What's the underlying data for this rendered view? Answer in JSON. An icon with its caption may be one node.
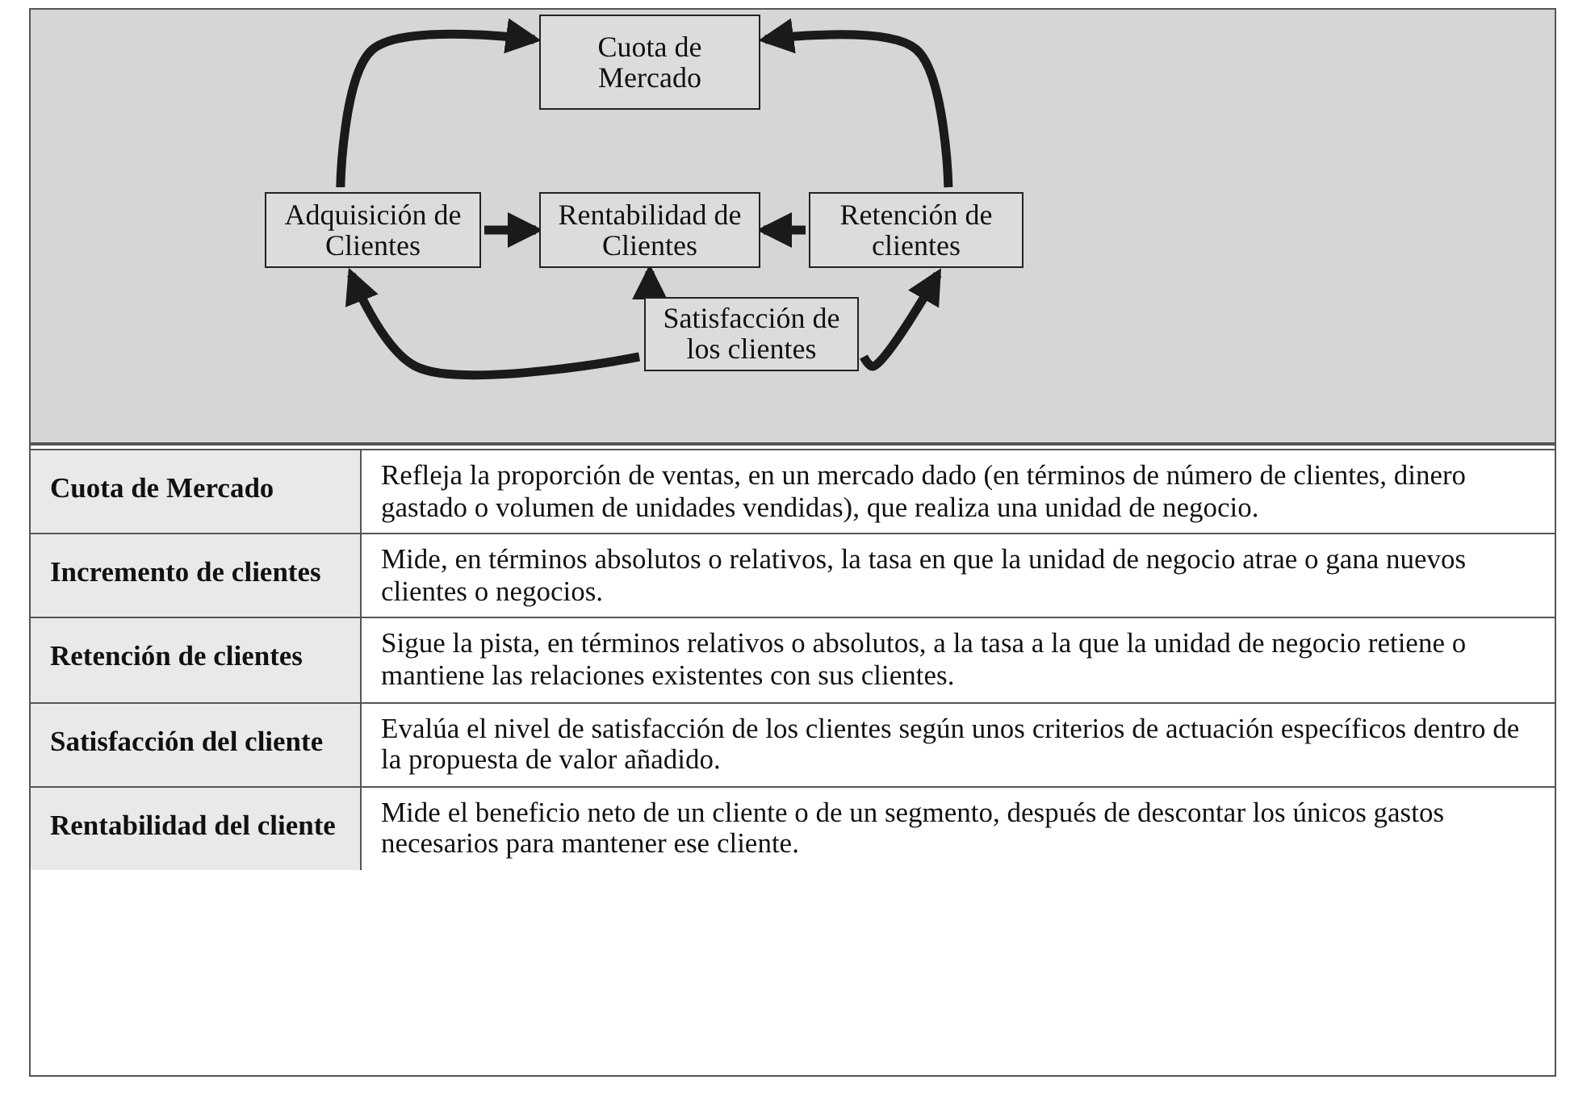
{
  "diagram": {
    "nodes": [
      {
        "text": [
          "Cuota de Mercado"
        ]
      },
      {
        "text": [
          "Adquisición de Clientes"
        ]
      },
      {
        "text": [
          "Rentabilidad de Clientes"
        ]
      },
      {
        "text": [
          "Retención de clientes"
        ]
      },
      {
        "text": [
          "Satisfacción de los clientes"
        ]
      }
    ],
    "edges": [
      {
        "from": 1,
        "to": 0,
        "arrow": "to"
      },
      {
        "from": 3,
        "to": 0,
        "arrow": "to"
      },
      {
        "from": 1,
        "to": 2,
        "arrow": "to"
      },
      {
        "from": 3,
        "to": 2,
        "arrow": "to"
      },
      {
        "from": 4,
        "to": 2,
        "arrow": "to"
      },
      {
        "from": 4,
        "to": 1,
        "arrow": "to"
      },
      {
        "from": 4,
        "to": 3,
        "arrow": "to"
      }
    ],
    "labels": [
      "Cuota de Mercado",
      "Refleja la proporción de ventas, en un mercado dado (en términos de número de clientes, dinero gastado o volumen de unidades vendidas), que realiza una unidad de negocio.",
      "Incremento de clientes",
      "Mide, en términos absolutos o relativos, la tasa en que la unidad de negocio atrae o gana nuevos clientes o negocios.",
      "Retención de clientes",
      "Sigue la pista, en términos relativos o absolutos, a la tasa a la que la unidad de negocio retiene o mantiene las relaciones existentes con sus clientes.",
      "Satisfacción del cliente",
      "Evalúa el nivel de satisfacción de los clientes según unos criterios de actuación específicos dentro de la propuesta de valor añadido.",
      "Rentabilidad del cliente",
      "Mide el beneficio neto de un cliente o de un segmento, después de descontar los únicos gastos necesarios para mantener ese cliente."
    ]
  }
}
